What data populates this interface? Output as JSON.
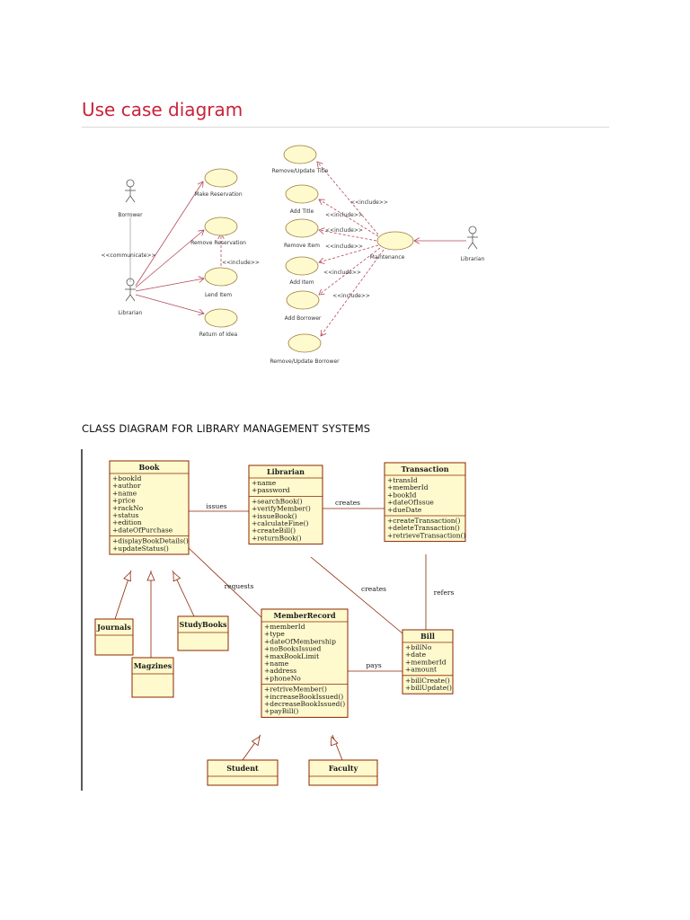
{
  "page": {
    "title": "Use case diagram",
    "class_heading": "CLASS DIAGRAM FOR LIBRARY MANAGEMENT SYSTEMS"
  },
  "colors": {
    "title": "#c8233a",
    "oval_fill": "#fffacd",
    "arrow": "#b5485a",
    "class_fill": "#fffacd",
    "class_border": "#8b2500"
  },
  "use_case": {
    "actors": [
      {
        "id": "borrower",
        "label": "Borrower"
      },
      {
        "id": "librarian_left",
        "label": "Librarian"
      },
      {
        "id": "librarian_right",
        "label": "Librarian"
      }
    ],
    "use_cases": [
      {
        "id": "make_reservation",
        "label": "Make Reservation"
      },
      {
        "id": "remove_reservation",
        "label": "Remove Reservation"
      },
      {
        "id": "lend_item",
        "label": "Lend Item"
      },
      {
        "id": "return_of_idea",
        "label": "Return of Idea"
      },
      {
        "id": "remove_update_title",
        "label": "Remove/Update Title"
      },
      {
        "id": "add_title",
        "label": "Add Title"
      },
      {
        "id": "remove_item",
        "label": "Remove Item"
      },
      {
        "id": "add_item",
        "label": "Add Item"
      },
      {
        "id": "add_borrower",
        "label": "Add Borrower"
      },
      {
        "id": "remove_update_borrower",
        "label": "Remove/Update Borrower"
      },
      {
        "id": "maintenance",
        "label": "Maintenance"
      }
    ],
    "communicate_label": "<<communicate>>",
    "include_label": "<<include>>"
  },
  "class_diagram": {
    "classes": [
      {
        "id": "book",
        "name": "Book",
        "attributes": [
          "+bookId",
          "+author",
          "+name",
          "+price",
          "+rackNo",
          "+status",
          "+edition",
          "+dateOfPurchase"
        ],
        "methods": [
          "+displayBookDetails()",
          "+updateStatus()"
        ]
      },
      {
        "id": "librarian",
        "name": "Librarian",
        "attributes": [
          "+name",
          "+password"
        ],
        "methods": [
          "+searchBook()",
          "+verifyMember()",
          "+issueBook()",
          "+calculateFine()",
          "+createBill()",
          "+returnBook()"
        ]
      },
      {
        "id": "transaction",
        "name": "Transaction",
        "attributes": [
          "+transId",
          "+memberId",
          "+bookId",
          "+dateOfIssue",
          "+dueDate"
        ],
        "methods": [
          "+createTransaction()",
          "+deleteTransaction()",
          "+retrieveTransaction()"
        ]
      },
      {
        "id": "member_record",
        "name": "MemberRecord",
        "attributes": [
          "+memberId",
          "+type",
          "+dateOfMembership",
          "+noBooksIssued",
          "+maxBookLimit",
          "+name",
          "+address",
          "+phoneNo"
        ],
        "methods": [
          "+retriveMember()",
          "+increaseBookIssued()",
          "+decreaseBookIssued()",
          "+payBill()"
        ]
      },
      {
        "id": "bill",
        "name": "Bill",
        "attributes": [
          "+billNo",
          "+date",
          "+memberId",
          "+amount"
        ],
        "methods": [
          "+billCreate()",
          "+billUpdate()"
        ]
      },
      {
        "id": "journals",
        "name": "Journals",
        "attributes": [],
        "methods": []
      },
      {
        "id": "magzines",
        "name": "Magzines",
        "attributes": [],
        "methods": []
      },
      {
        "id": "study_books",
        "name": "StudyBooks",
        "attributes": [],
        "methods": []
      },
      {
        "id": "student",
        "name": "Student",
        "attributes": [],
        "methods": []
      },
      {
        "id": "faculty",
        "name": "Faculty",
        "attributes": [],
        "methods": []
      }
    ],
    "associations": [
      {
        "id": "issues",
        "label": "issues"
      },
      {
        "id": "creates_top",
        "label": "creates"
      },
      {
        "id": "requests",
        "label": "requests"
      },
      {
        "id": "creates_bill",
        "label": "creates"
      },
      {
        "id": "refers",
        "label": "refers"
      },
      {
        "id": "pays",
        "label": "pays"
      }
    ]
  }
}
